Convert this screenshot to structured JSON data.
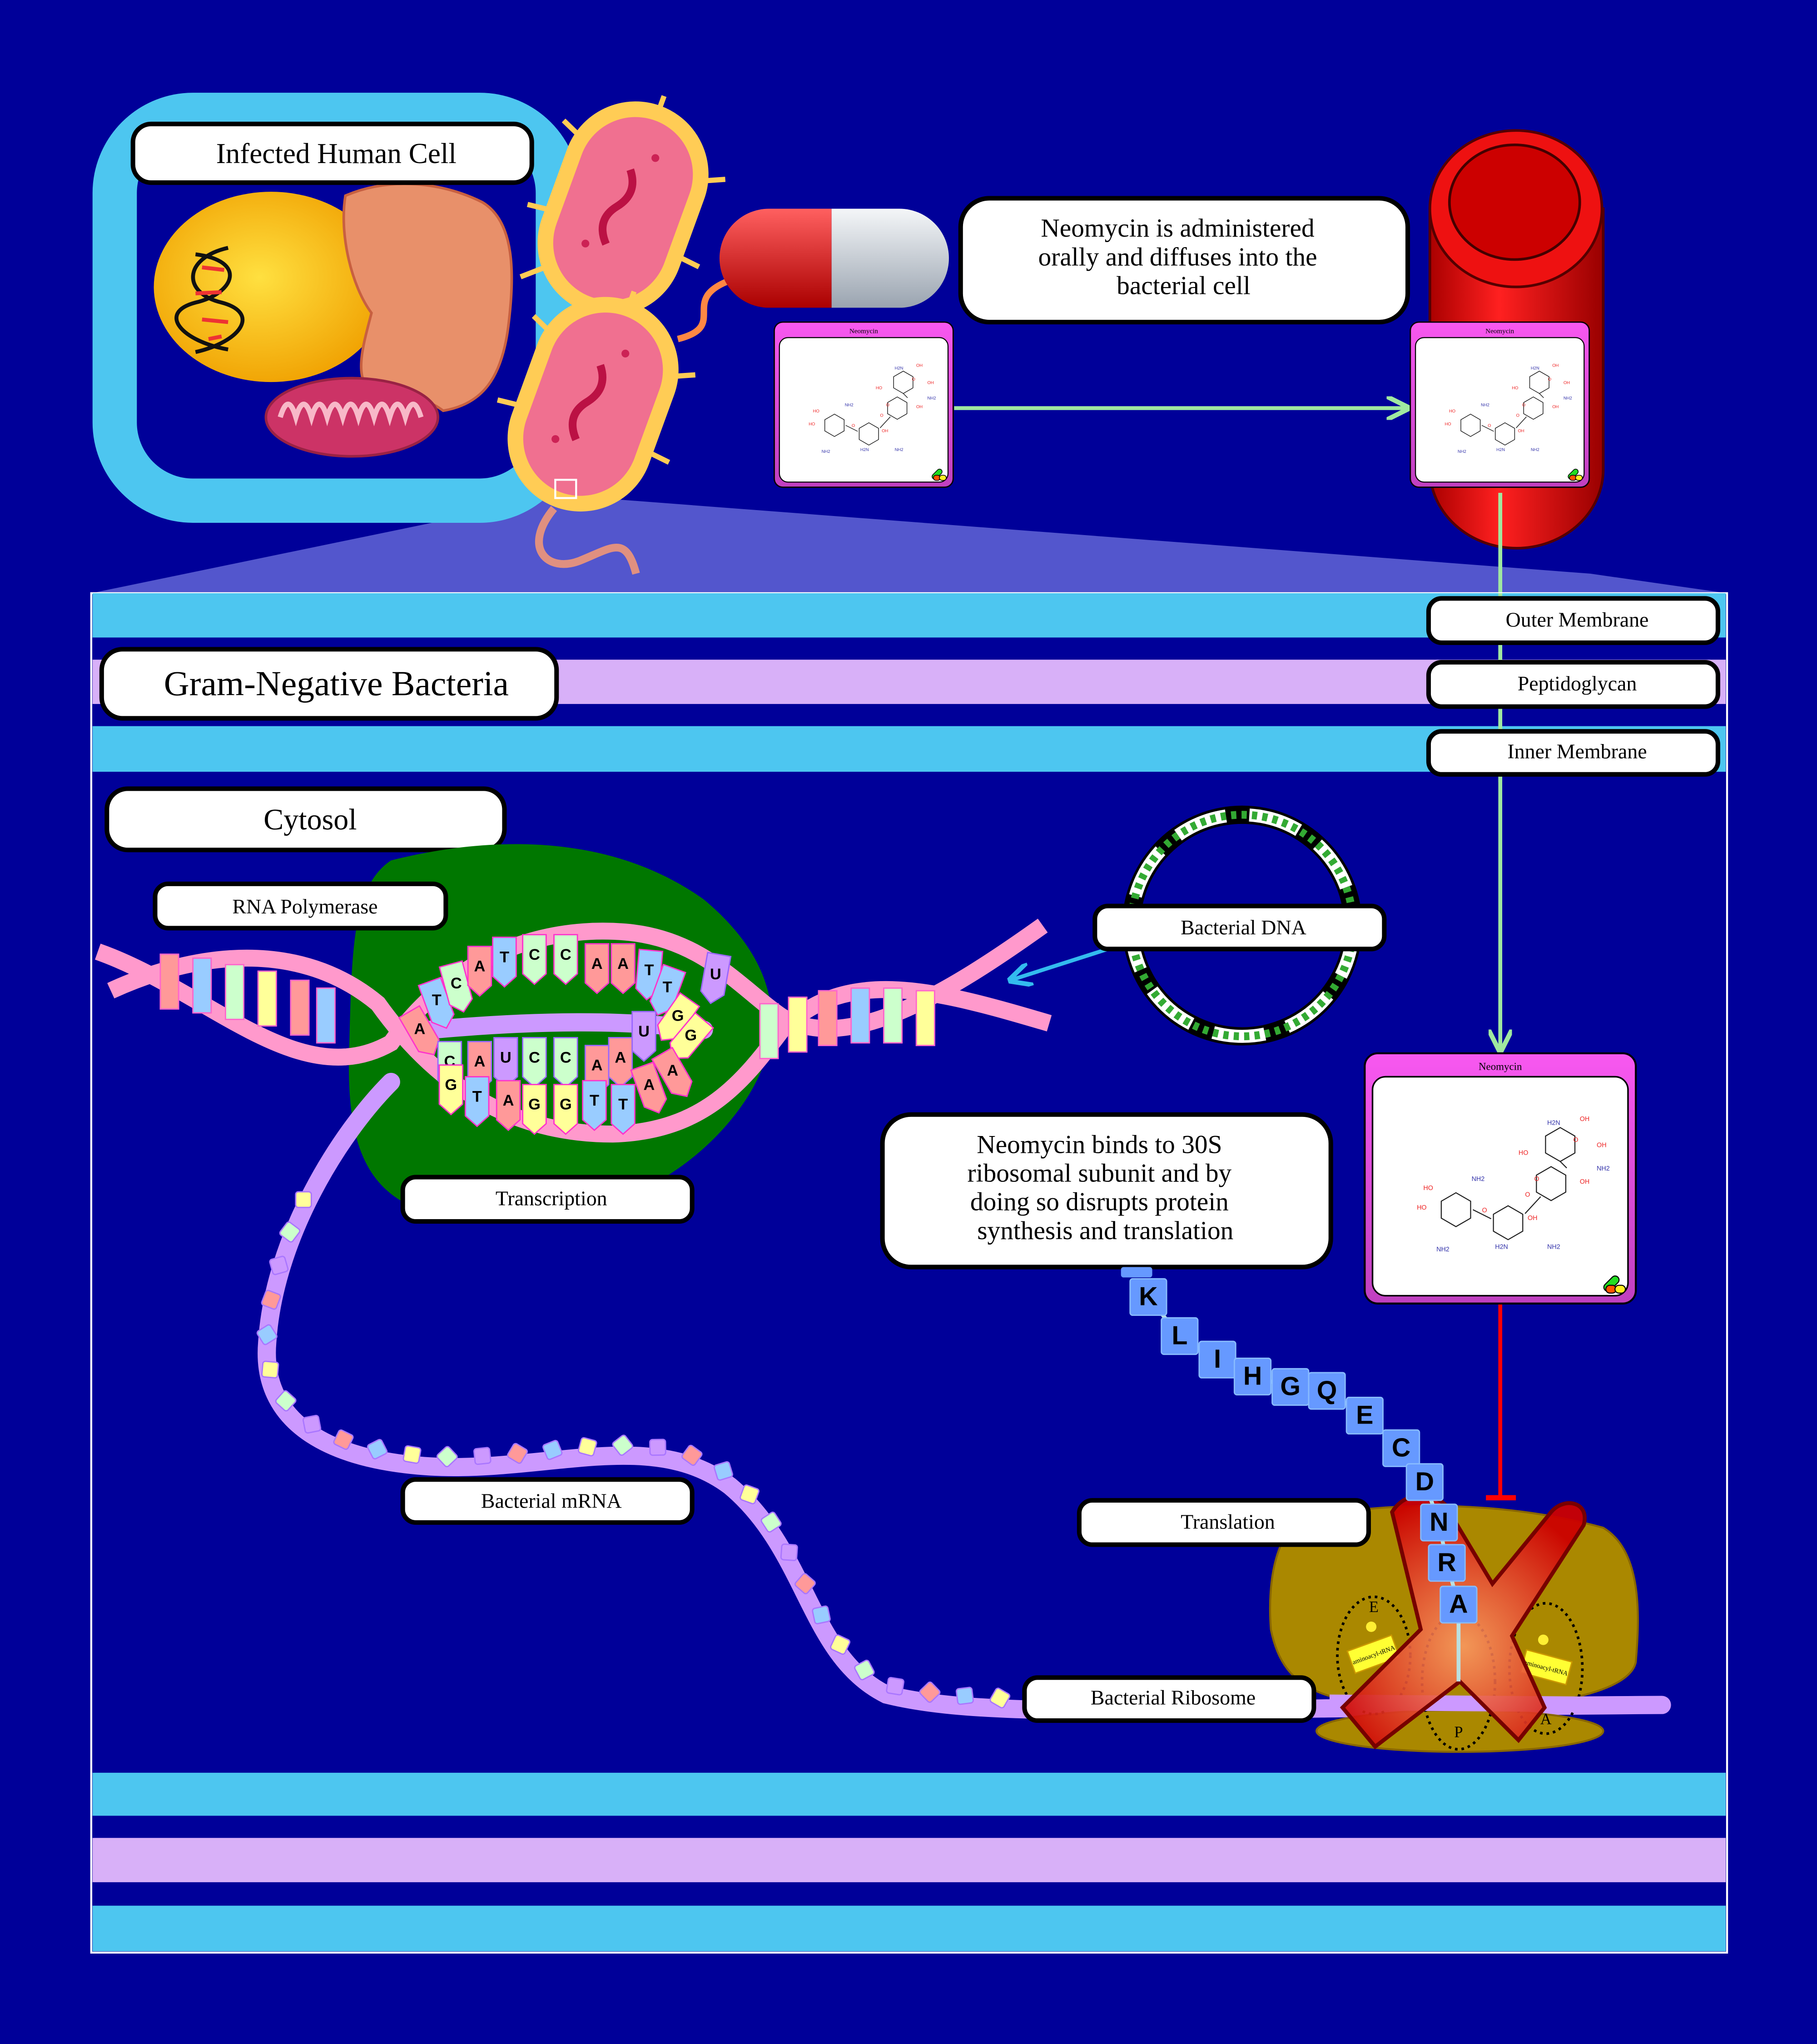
{
  "labels": {
    "infected_cell": "Infected Human Cell",
    "gram_negative": "Gram-Negative Bacteria",
    "cytosol": "Cytosol",
    "rna_polymerase": "RNA Polymerase",
    "bacterial_dna": "Bacterial DNA",
    "transcription": "Transcription",
    "bacterial_mrna": "Bacterial mRNA",
    "translation": "Translation",
    "bacterial_ribosome": "Bacterial Ribosome",
    "outer_membrane": "Outer Membrane",
    "peptidoglycan": "Peptidoglycan",
    "inner_membrane": "Inner Membrane"
  },
  "notes": {
    "administration": [
      "Neomycin is administered",
      "orally and diffuses into the",
      "bacterial cell"
    ],
    "mechanism": [
      "Neomycin binds to 30S",
      "ribosomal subunit and by",
      "doing so disrupts protein",
      "synthesis and translation"
    ]
  },
  "drug": {
    "name": "Neomycin",
    "atoms": [
      "HO",
      "NH2",
      "HO",
      "O",
      "O",
      "OH",
      "H2N",
      "NH2",
      "NH2",
      "HO",
      "O",
      "OH",
      "H2N",
      "OH",
      "O",
      "OH",
      "NH2"
    ]
  },
  "ribosome": {
    "sites": [
      "E",
      "P",
      "A"
    ],
    "trna_label": "aminoacyl-tRNA"
  },
  "dna": {
    "template_strand": [
      "A",
      "T",
      "C",
      "A",
      "T",
      "C",
      "C",
      "A",
      "A",
      "T",
      "T",
      "G",
      "G"
    ],
    "rna_strand": [
      "C",
      "A",
      "U",
      "C",
      "C",
      "A",
      "A",
      "U"
    ],
    "coding_strand": [
      "G",
      "T",
      "A",
      "G",
      "G",
      "T",
      "T",
      "A",
      "A"
    ],
    "free_nucleotide": "U"
  },
  "peptide": [
    "K",
    "L",
    "I",
    "H",
    "G",
    "Q",
    "E",
    "C",
    "D",
    "N",
    "R",
    "A"
  ],
  "colors": {
    "background": "#000099",
    "membrane": "#4dc6f0",
    "peptidoglycan": "#d8b0f8",
    "drug_box": "#f050e8",
    "arrow": "#a0e8a0",
    "inhibit": "#ff0000",
    "ribosome": "#aa8800",
    "A": "#ff9999",
    "T": "#99ccff",
    "C": "#ccffcc",
    "G": "#ffff99",
    "U": "#cc99ff"
  }
}
